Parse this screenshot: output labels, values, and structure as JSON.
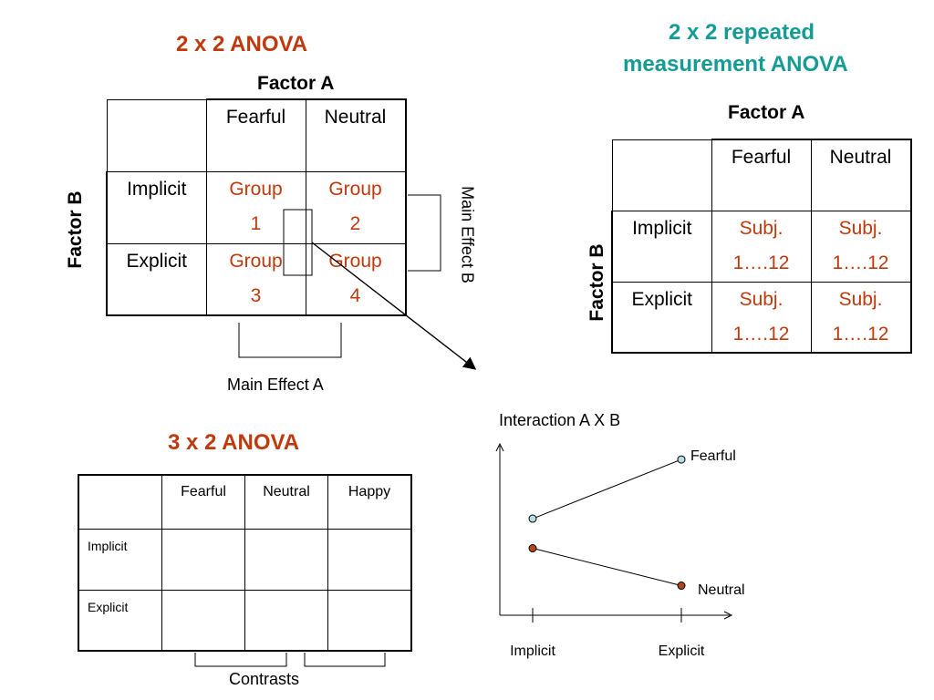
{
  "anova22": {
    "title": "2 x 2 ANOVA",
    "factor_a": "Factor A",
    "factor_b": "Factor B",
    "columns": [
      "Fearful",
      "Neutral"
    ],
    "rows": [
      {
        "label": "Implicit",
        "cells": [
          [
            "Group",
            "1"
          ],
          [
            "Group",
            "2"
          ]
        ]
      },
      {
        "label": "Explicit",
        "cells": [
          [
            "Group",
            "3"
          ],
          [
            "Group",
            "4"
          ]
        ]
      }
    ],
    "main_effect_a": "Main Effect A",
    "main_effect_b": "Main Effect B"
  },
  "repeated": {
    "title_line1": "2 x 2 repeated",
    "title_line2": "measurement ANOVA",
    "factor_a": "Factor A",
    "factor_b": "Factor B",
    "columns": [
      "Fearful",
      "Neutral"
    ],
    "rows": [
      {
        "label": "Implicit",
        "cells": [
          [
            "Subj.",
            "1….12"
          ],
          [
            "Subj.",
            "1….12"
          ]
        ]
      },
      {
        "label": "Explicit",
        "cells": [
          [
            "Subj.",
            "1….12"
          ],
          [
            "Subj.",
            "1….12"
          ]
        ]
      }
    ]
  },
  "anova32": {
    "title": "3 x 2 ANOVA",
    "columns": [
      "Fearful",
      "Neutral",
      "Happy"
    ],
    "rows": [
      "Implicit",
      "Explicit"
    ],
    "contrasts": "Contrasts"
  },
  "colors": {
    "title_red": "#c0390c",
    "title_teal": "#139c95",
    "fearful_point": "#b7dde3",
    "neutral_point": "#b4441e"
  },
  "chart_data": {
    "type": "line",
    "title": "Interaction A X B",
    "categories": [
      "Implicit",
      "Explicit"
    ],
    "series": [
      {
        "name": "Fearful",
        "values": [
          0.62,
          1.0
        ]
      },
      {
        "name": "Neutral",
        "values": [
          0.43,
          0.19
        ]
      }
    ],
    "ylim": [
      0,
      1.1
    ],
    "grid": false,
    "legend": "inline-right"
  }
}
